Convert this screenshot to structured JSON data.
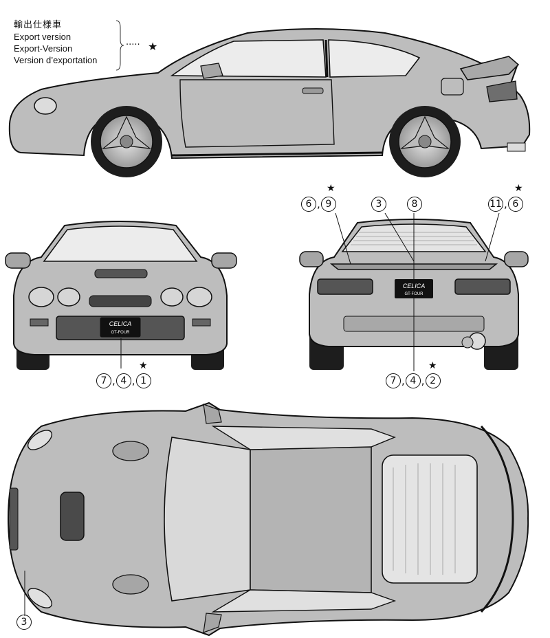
{
  "legend": {
    "japanese": "輸出仕様車",
    "english": "Export version",
    "german": "Export-Version",
    "french": "Version d’exportation",
    "leader": "·····",
    "marker": "★"
  },
  "callouts": {
    "rear_left": {
      "parts": [
        "6",
        "9"
      ],
      "sep": ",",
      "marker": "★"
    },
    "rear_center_left": {
      "parts": [
        "3"
      ]
    },
    "rear_center_right": {
      "parts": [
        "8"
      ]
    },
    "rear_right": {
      "parts": [
        "11",
        "6"
      ],
      "sep": ",",
      "marker": "★"
    },
    "front_bottom": {
      "parts": [
        "7",
        "4",
        "1"
      ],
      "sep": ",",
      "marker": "★"
    },
    "rear_bottom": {
      "parts": [
        "7",
        "4",
        "2"
      ],
      "sep": ",",
      "marker": "★"
    },
    "top_bottom": {
      "parts": [
        "3"
      ]
    }
  },
  "badges": {
    "front_plate_line1": "CELICA",
    "front_plate_line2": "GT-FOUR",
    "rear_plate_line1": "CELICA",
    "rear_plate_line2": "GT-FOUR"
  },
  "colors": {
    "body": "#bdbdbd",
    "body_dark": "#8e8e8e",
    "ink": "#111111",
    "glass": "#e9e9e9"
  }
}
